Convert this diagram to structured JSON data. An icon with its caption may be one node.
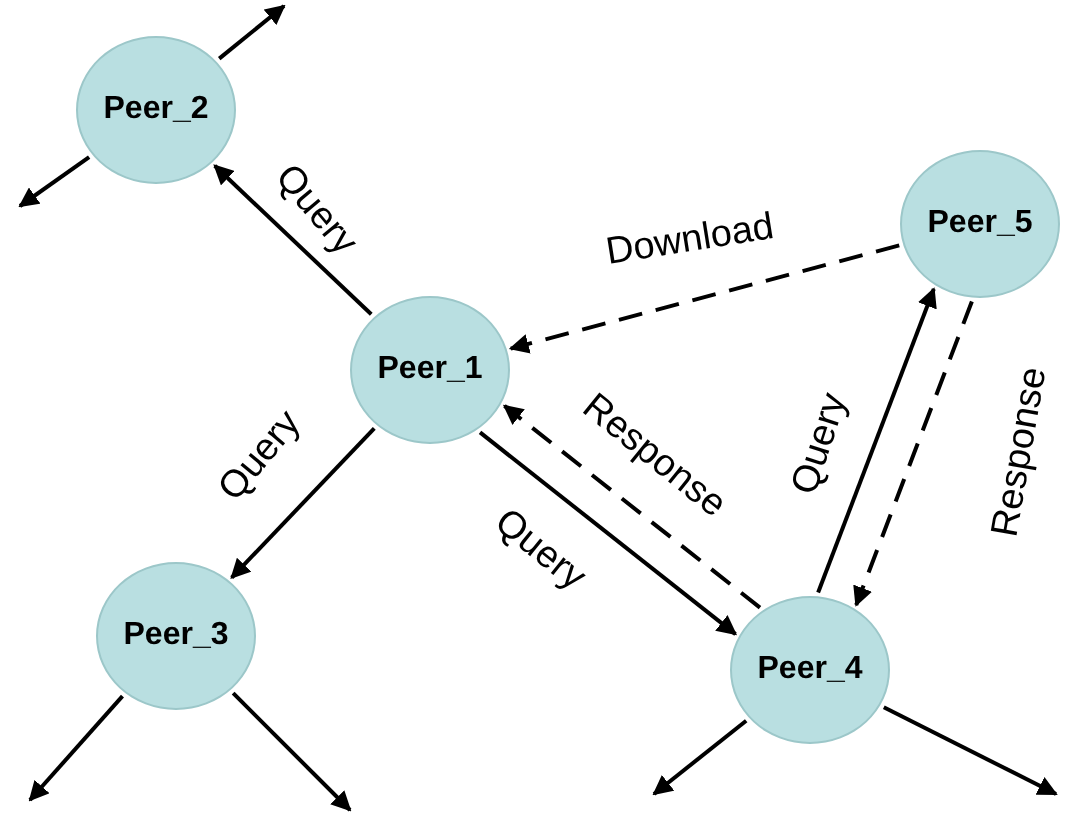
{
  "diagram": {
    "nodes": [
      {
        "text": [
          "Peer_2"
        ]
      },
      {
        "text": [
          "Peer_5"
        ]
      },
      {
        "text": [
          "Peer_1"
        ]
      },
      {
        "text": [
          "Peer_3"
        ]
      },
      {
        "text": [
          "Peer_4"
        ]
      }
    ],
    "edges": [
      {
        "from": 2,
        "to": 0,
        "arrow": "to",
        "label": "Query"
      },
      {
        "from": 2,
        "to": 3,
        "arrow": "to",
        "label": "Query"
      },
      {
        "from": 2,
        "to": 4,
        "arrow": "to",
        "label": "Query"
      },
      {
        "from": 4,
        "to": 2,
        "arrow": "to",
        "label": "Response",
        "style": "dashed"
      },
      {
        "from": 1,
        "to": 2,
        "arrow": "to",
        "label": "Download",
        "style": "dashed"
      },
      {
        "from": 4,
        "to": 1,
        "arrow": "to",
        "label": "Query"
      },
      {
        "from": 1,
        "to": 4,
        "arrow": "to",
        "label": "Response",
        "style": "dashed"
      },
      {
        "from": 0,
        "to": null,
        "arrow": "to"
      },
      {
        "from": 0,
        "to": null,
        "arrow": "to"
      },
      {
        "from": 3,
        "to": null,
        "arrow": "to"
      },
      {
        "from": 3,
        "to": null,
        "arrow": "to"
      },
      {
        "from": 4,
        "to": null,
        "arrow": "to"
      },
      {
        "from": 4,
        "to": null,
        "arrow": "to"
      }
    ]
  }
}
